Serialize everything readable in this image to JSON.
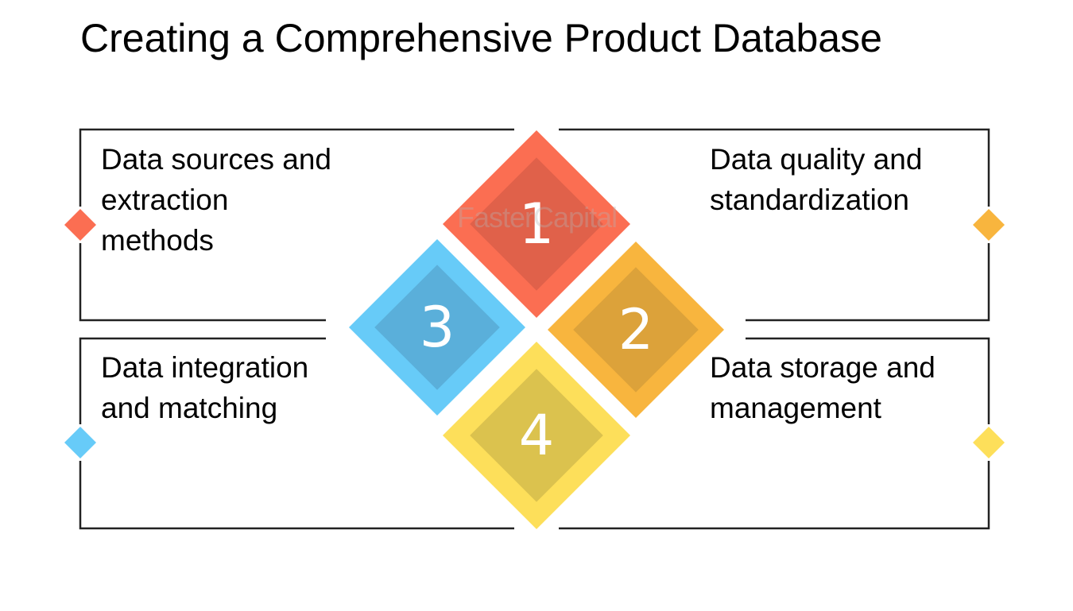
{
  "title": "Creating a Comprehensive Product Database",
  "watermark": "FasterCapital",
  "steps": [
    {
      "number": "1",
      "label_lines": [
        "Data sources and",
        "extraction",
        "methods"
      ],
      "outer": "#fb6e52",
      "inner": "#e0614a"
    },
    {
      "number": "2",
      "label_lines": [
        "Data quality and",
        "standardization"
      ],
      "outer": "#f8b53e",
      "inner": "#dca23a"
    },
    {
      "number": "3",
      "label_lines": [
        "Data integration",
        "and matching"
      ],
      "outer": "#67cbf8",
      "inner": "#5aafda"
    },
    {
      "number": "4",
      "label_lines": [
        "Data storage and",
        "management"
      ],
      "outer": "#fddf5a",
      "inner": "#dbc24e"
    }
  ]
}
